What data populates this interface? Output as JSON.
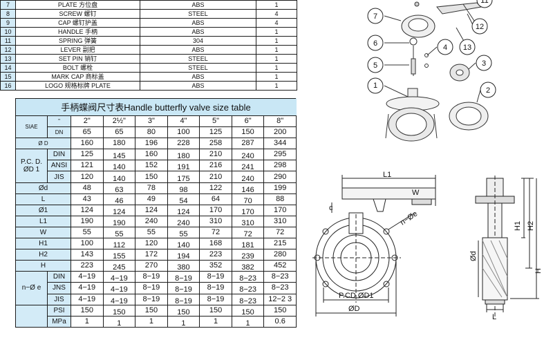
{
  "parts_list": [
    {
      "no": "7",
      "part": "PLATE 方位盘",
      "material": "ABS",
      "qty": "1"
    },
    {
      "no": "8",
      "part": "SCREW 螺钉",
      "material": "STEEL",
      "qty": "4"
    },
    {
      "no": "9",
      "part": "CAP 螺钉护盖",
      "material": "ABS",
      "qty": "4"
    },
    {
      "no": "10",
      "part": "HANDLE 手柄",
      "material": "ABS",
      "qty": "1"
    },
    {
      "no": "11",
      "part": "SPRING 弹簧",
      "material": "304",
      "qty": "1"
    },
    {
      "no": "12",
      "part": "LEVER 副把",
      "material": "ABS",
      "qty": "1"
    },
    {
      "no": "13",
      "part": "SET PIN 销钉",
      "material": "STEEL",
      "qty": "1"
    },
    {
      "no": "14",
      "part": "BOLT 螺栓",
      "material": "STEEL",
      "qty": "1"
    },
    {
      "no": "15",
      "part": "MARK CAP 商标盖",
      "material": "ABS",
      "qty": "1"
    },
    {
      "no": "16",
      "part": "LOGO 规格标牌 PLATE",
      "material": "ABS",
      "qty": "1"
    }
  ],
  "size_table": {
    "title": "手柄蝶阀尺寸表Handle butterfly valve size table",
    "siae": "SIAE",
    "inch_mark": "\"",
    "dn_label": "DN",
    "inches": [
      "2\"",
      "2½\"",
      "3\"",
      "4\"",
      "5\"",
      "6\"",
      "8\""
    ],
    "dn": [
      "65",
      "65",
      "80",
      "100",
      "125",
      "150",
      "200"
    ],
    "od_label": "Ø D",
    "od": [
      "160",
      "180",
      "196",
      "228",
      "258",
      "287",
      "344"
    ],
    "pcd_label": "P.C. D. ØD 1",
    "pcd": [
      {
        "std": "DIN",
        "values": [
          "125",
          "145",
          "160",
          "180",
          "210",
          "240",
          "295"
        ]
      },
      {
        "std": "ANSI",
        "values": [
          "121",
          "140",
          "152",
          "191",
          "216",
          "241",
          "298"
        ]
      },
      {
        "std": "JIS",
        "values": [
          "120",
          "140",
          "150",
          "175",
          "210",
          "240",
          "290"
        ]
      }
    ],
    "dims": [
      {
        "label": "Ød",
        "values": [
          "48",
          "63",
          "78",
          "98",
          "122",
          "146",
          "199"
        ]
      },
      {
        "label": "L",
        "values": [
          "43",
          "46",
          "49",
          "54",
          "64",
          "70",
          "88"
        ]
      },
      {
        "label": "Ø1",
        "values": [
          "124",
          "124",
          "124",
          "124",
          "170",
          "170",
          "170"
        ]
      },
      {
        "label": "L1",
        "values": [
          "190",
          "190",
          "240",
          "240",
          "310",
          "310",
          "310"
        ]
      },
      {
        "label": "W",
        "values": [
          "55",
          "55",
          "55",
          "55",
          "72",
          "72",
          "72"
        ]
      },
      {
        "label": "H1",
        "values": [
          "100",
          "112",
          "120",
          "140",
          "168",
          "181",
          "215"
        ]
      },
      {
        "label": "H2",
        "values": [
          "143",
          "155",
          "172",
          "194",
          "223",
          "239",
          "280"
        ]
      },
      {
        "label": "H",
        "values": [
          "223",
          "245",
          "270",
          "380",
          "352",
          "382",
          "452"
        ]
      }
    ],
    "bolt_label": "n−Ø e",
    "bolt": [
      {
        "std": "DIN",
        "values": [
          "4−19",
          "4−19",
          "8−19",
          "8−19",
          "8−19",
          "8−23",
          "8−23"
        ]
      },
      {
        "std": "JNS",
        "values": [
          "4−19",
          "4−19",
          "8−19",
          "8−19",
          "8−19",
          "8−23",
          "8−23"
        ]
      },
      {
        "std": "JIS",
        "values": [
          "4−19",
          "4−19",
          "8−19",
          "8−19",
          "8−19",
          "8−23",
          "12−2 3"
        ]
      }
    ],
    "pressure": [
      {
        "label": "PSI",
        "values": [
          "150",
          "150",
          "150",
          "150",
          "150",
          "150",
          "150"
        ]
      },
      {
        "label": "MPa",
        "values": [
          "1",
          "1",
          "1",
          "1",
          "1",
          "1",
          "0.6"
        ]
      }
    ]
  },
  "exploded_view": {
    "callouts": [
      "1",
      "2",
      "3",
      "4",
      "5",
      "6",
      "7",
      "11",
      "12",
      "13"
    ]
  },
  "front_drawing": {
    "l1": "L1",
    "w": "W",
    "bolt": "n−Øe",
    "pcd": "P.CD ØD1",
    "od": "ØD",
    "small_d": "c"
  },
  "side_drawing": {
    "h1": "H1",
    "h2": "H2",
    "h": "H",
    "d": "Ød",
    "l": "L"
  }
}
